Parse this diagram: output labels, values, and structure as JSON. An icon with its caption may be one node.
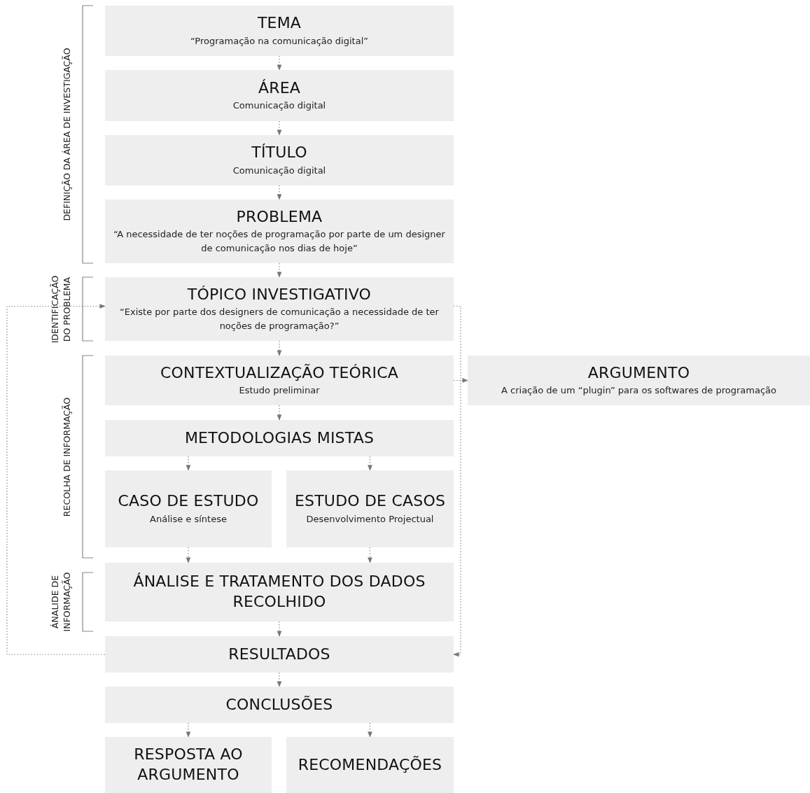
{
  "diagram": {
    "nodes": [
      {
        "text": [
          "TEMA",
          "“Programação na comunicação digital”"
        ]
      },
      {
        "text": [
          "ÁREA",
          "Comunicação digital"
        ]
      },
      {
        "text": [
          "TÍTULO",
          "Comunicação digital"
        ]
      },
      {
        "text": [
          "PROBLEMA",
          "“A necessidade de ter noções de programação por parte de um designer de comunicação nos dias de hoje”"
        ]
      },
      {
        "text": [
          "TÓPICO INVESTIGATIVO",
          "“Existe por parte dos designers de comunicação a necessidade de ter noções de programação?”"
        ]
      },
      {
        "text": [
          "CONTEXTUALIZAÇÃO TEÓRICA",
          "Estudo preliminar"
        ]
      },
      {
        "text": [
          "ARGUMENTO",
          "A criação de um “plugin” para os softwares de programação"
        ]
      },
      {
        "text": [
          "METODOLOGIAS MISTAS"
        ]
      },
      {
        "text": [
          "CASO DE ESTUDO",
          "Análise e síntese"
        ]
      },
      {
        "text": [
          "ESTUDO DE CASOS",
          "Desenvolvimento Projectual"
        ]
      },
      {
        "text": [
          "ÁNALISE E TRATAMENTO DOS DADOS RECOLHIDO"
        ]
      },
      {
        "text": [
          "RESULTADOS"
        ]
      },
      {
        "text": [
          "CONCLUSÕES"
        ]
      },
      {
        "text": [
          "RESPOSTA AO ARGUMENTO"
        ]
      },
      {
        "text": [
          "RECOMENDAÇÕES"
        ]
      }
    ],
    "edges": [
      {
        "from": 0,
        "to": 1,
        "arrow": "to"
      },
      {
        "from": 1,
        "to": 2,
        "arrow": "to"
      },
      {
        "from": 2,
        "to": 3,
        "arrow": "to"
      },
      {
        "from": 3,
        "to": 4,
        "arrow": "to"
      },
      {
        "from": 4,
        "to": 5,
        "arrow": "to"
      },
      {
        "from": 5,
        "to": 6,
        "arrow": "to"
      },
      {
        "from": 5,
        "to": 7,
        "arrow": "to"
      },
      {
        "from": 7,
        "to": 8,
        "arrow": "to"
      },
      {
        "from": 7,
        "to": 9,
        "arrow": "to"
      },
      {
        "from": 8,
        "to": 10,
        "arrow": "to"
      },
      {
        "from": 9,
        "to": 10,
        "arrow": "to"
      },
      {
        "from": 10,
        "to": 11,
        "arrow": "to"
      },
      {
        "from": 11,
        "to": 12,
        "arrow": "to"
      },
      {
        "from": 12,
        "to": 13,
        "arrow": "to"
      },
      {
        "from": 12,
        "to": 14,
        "arrow": "to"
      },
      {
        "from": 11,
        "to": 4,
        "arrow": "to"
      },
      {
        "from": 4,
        "to": 11,
        "arrow": "to"
      }
    ],
    "labels": [
      "DEFINIÇÃO DA ÁREA DE INVESTIGAÇÃO",
      "IDENTIFICAÇÃO DO PROBLEMA",
      "RECOLHA DE INFORMAÇÃO",
      "ÁNALIDE DE INFORMAÇÃO"
    ]
  }
}
